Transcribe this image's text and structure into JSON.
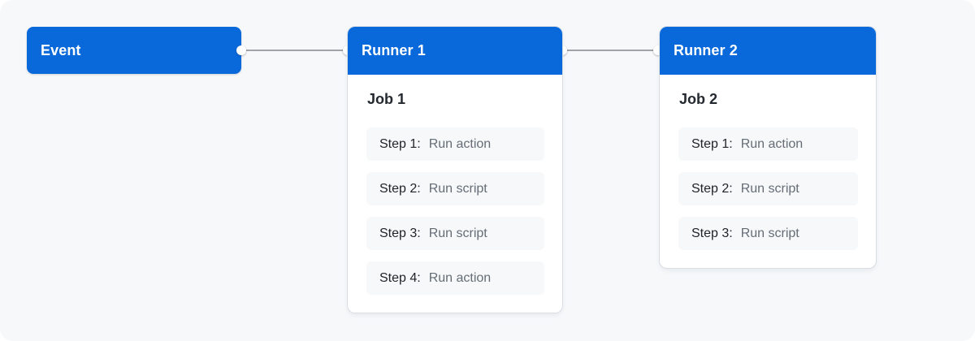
{
  "event": {
    "label": "Event"
  },
  "runners": [
    {
      "label": "Runner 1",
      "job": {
        "title": "Job 1",
        "steps": [
          {
            "name": "Step 1:",
            "desc": "Run action"
          },
          {
            "name": "Step 2:",
            "desc": "Run script"
          },
          {
            "name": "Step 3:",
            "desc": "Run script"
          },
          {
            "name": "Step 4:",
            "desc": "Run action"
          }
        ]
      }
    },
    {
      "label": "Runner 2",
      "job": {
        "title": "Job 2",
        "steps": [
          {
            "name": "Step 1:",
            "desc": "Run action"
          },
          {
            "name": "Step 2:",
            "desc": "Run script"
          },
          {
            "name": "Step 3:",
            "desc": "Run script"
          }
        ]
      }
    }
  ],
  "colors": {
    "accent_blue": "#0969da",
    "canvas_bg": "#f6f8fa",
    "card_bg": "#ffffff",
    "step_bg": "#f6f8fa",
    "connector_gray": "#a0a4a8",
    "step_name_text": "#1f2328",
    "step_desc_text": "#656d76"
  }
}
